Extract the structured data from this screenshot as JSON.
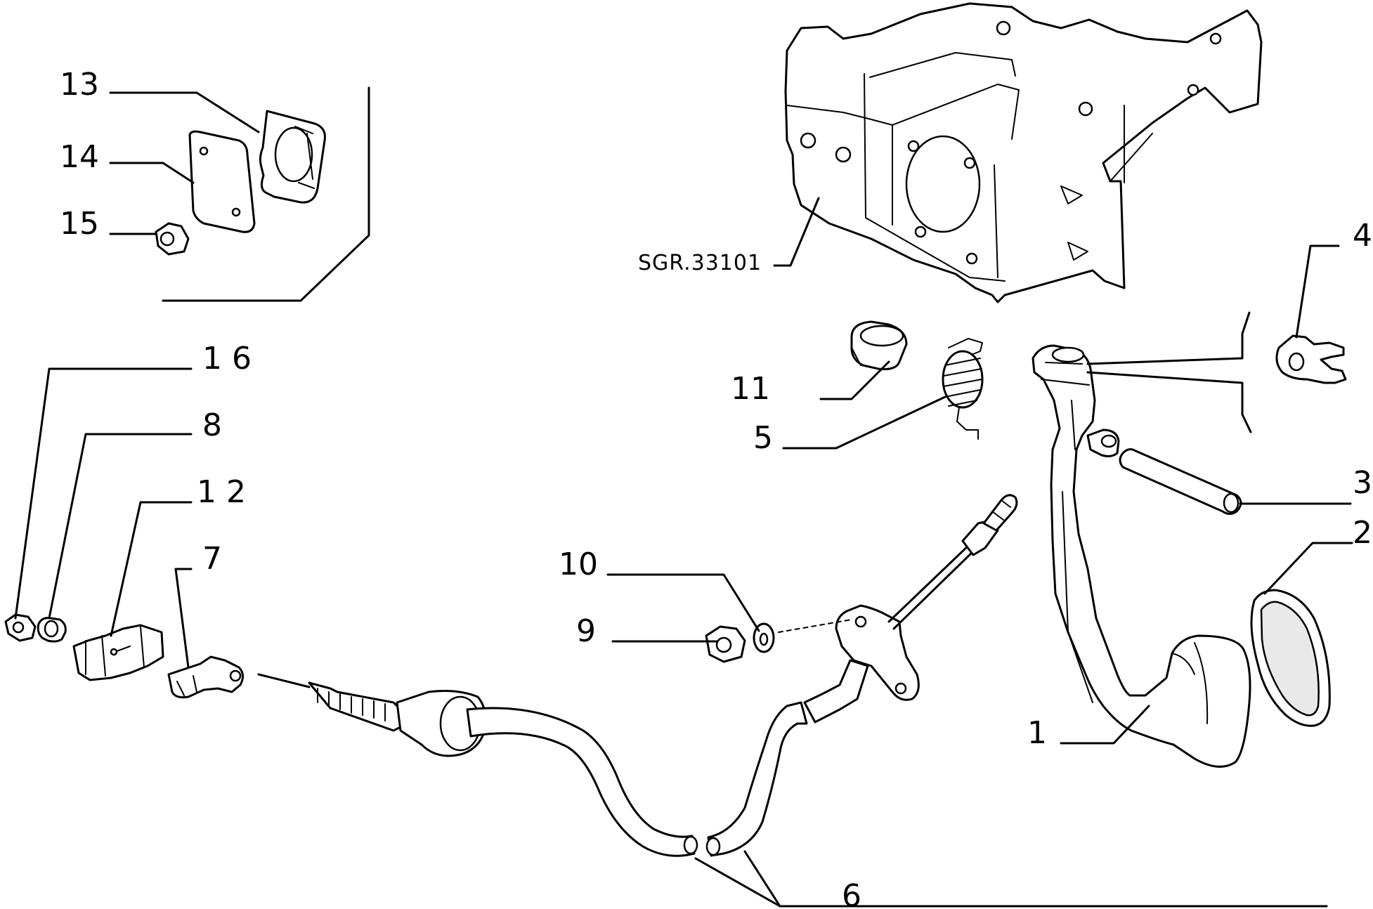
{
  "reference_code": "SGR.33101",
  "callouts": {
    "c1": "1",
    "c2": "2",
    "c3": "3",
    "c4": "4",
    "c5": "5",
    "c6": "6",
    "c7": "7",
    "c8": "8",
    "c9": "9",
    "c10": "10",
    "c11": "11",
    "c12": "1 2",
    "c13": "13",
    "c14": "14",
    "c15": "15",
    "c16": "1 6"
  }
}
